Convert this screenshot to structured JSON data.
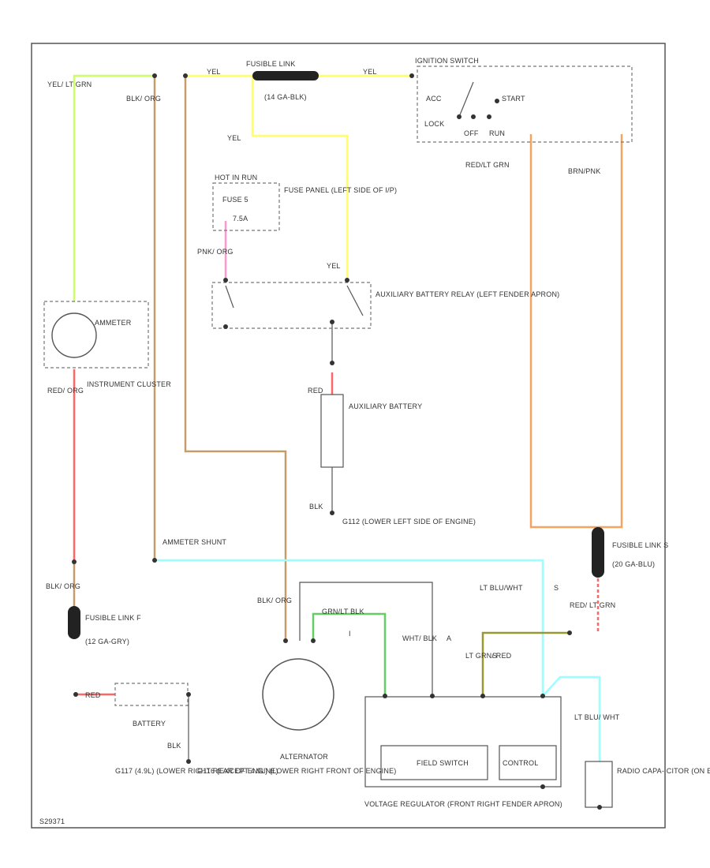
{
  "colors": {
    "yellow": "#ffff66",
    "yellow_green": "#ccff66",
    "tan": "#c69c6d",
    "red": "#ff6666",
    "pink": "#ff99cc",
    "cyan": "#99ffff",
    "orange": "#f4a460",
    "olive": "#999933",
    "green": "#66cc66"
  },
  "labels": {
    "yel_lt_grn": "YEL/ LT GRN",
    "blk_org_1": "BLK/ ORG",
    "yel_1": "YEL",
    "fusible_link_top": "FUSIBLE LINK",
    "fusible_link_top_sub": "(14 GA-BLK)",
    "yel_2": "YEL",
    "ignition_switch": "IGNITION SWITCH",
    "acc": "ACC",
    "start": "START",
    "lock": "LOCK",
    "off": "OFF",
    "run": "RUN",
    "yel_3": "YEL",
    "hot_in_run": "HOT IN RUN",
    "fuse_5": "FUSE 5",
    "fuse_5_amp": "7.5A",
    "fuse_panel": "FUSE PANEL (LEFT SIDE OF I/P)",
    "pnk_org": "PNK/ ORG",
    "yel_4": "YEL",
    "aux_relay": "AUXILIARY BATTERY RELAY (LEFT FENDER APRON)",
    "ammeter": "AMMETER",
    "red_org_1": "RED/ ORG",
    "instrument_cluster": "INSTRUMENT CLUSTER",
    "red_1": "RED",
    "aux_battery": "AUXILIARY BATTERY",
    "blk_1": "BLK",
    "g112": "G112 (LOWER LEFT SIDE OF ENGINE)",
    "red_lt_grn": "RED/LT GRN",
    "brn_pnk": "BRN/PNK",
    "ammeter_shunt": "AMMETER SHUNT",
    "fusible_link_s": "FUSIBLE LINK S",
    "fusible_link_s_sub": "(20 GA-BLU)",
    "blk_org_2": "BLK/ ORG",
    "fusible_link_f": "FUSIBLE LINK F",
    "fusible_link_f_sub": "(12 GA-GRY)",
    "blk_org_3": "BLK/ ORG",
    "grn_blk": "GRN/LT BLK",
    "i_term": "I",
    "wht_blk": "WHT/ BLK",
    "a_term": "A",
    "lt_blu_wht": "LT BLU/WHT",
    "s_term": "S",
    "red_lt_grn_2": "RED/ LT GRN",
    "lt_grn_red": "LT GRN/ RED",
    "s_term_2": "S",
    "red_2": "RED",
    "battery": "BATTERY",
    "blk_2": "BLK",
    "g117": "G117 (4.9L) (LOWER RIGHT REAR OF ENGINE)",
    "g116": "G116 (EXCEPT 4.9L) (LOWER RIGHT FRONT OF ENGINE)",
    "alternator": "ALTERNATOR",
    "field_switch": "FIELD SWITCH",
    "control": "CONTROL",
    "voltage_regulator": "VOLTAGE REGULATOR (FRONT RIGHT FENDER APRON)",
    "lt_blu_wht_2": "LT BLU/ WHT",
    "radio_capacitor": "RADIO CAPA- CITOR (ON ENGINE)",
    "code": "S29371"
  }
}
